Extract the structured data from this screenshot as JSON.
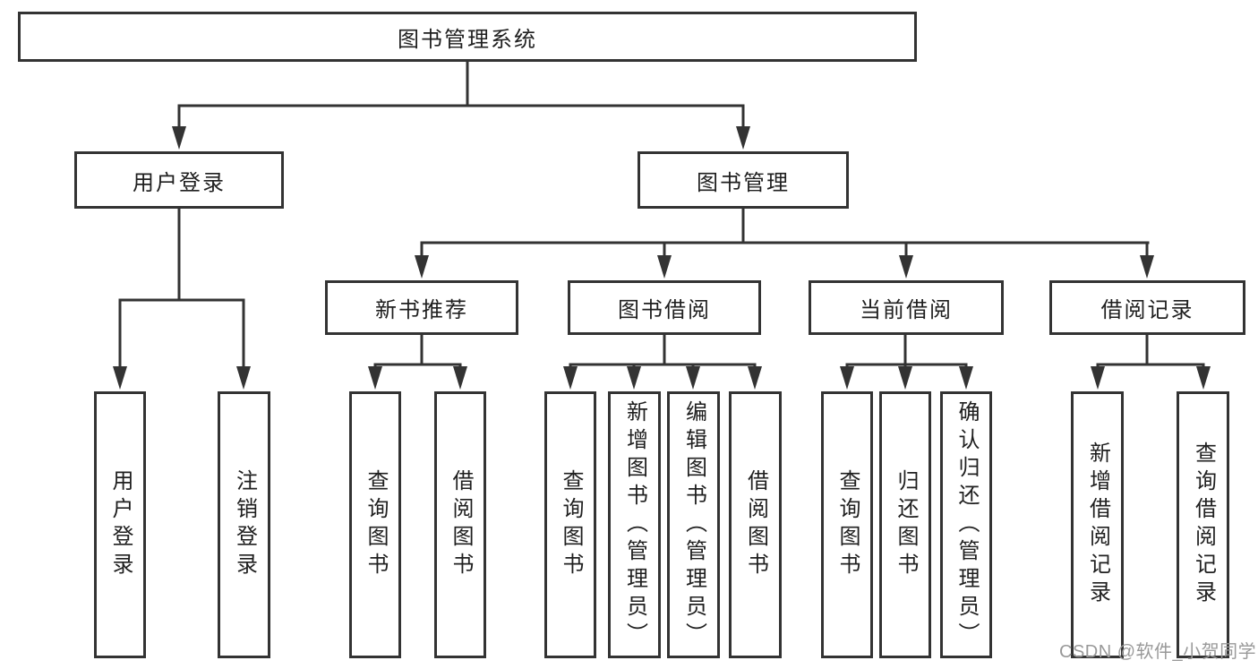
{
  "colors": {
    "line": "#333333",
    "box_border": "#333333",
    "text": "#1f1f1f",
    "watermark": "#999999",
    "background": "#ffffff"
  },
  "root": {
    "label": "图书管理系统"
  },
  "level2": [
    {
      "label": "用户登录"
    },
    {
      "label": "图书管理"
    }
  ],
  "level3": [
    {
      "label": "新书推荐"
    },
    {
      "label": "图书借阅"
    },
    {
      "label": "当前借阅"
    },
    {
      "label": "借阅记录"
    }
  ],
  "leaves": [
    {
      "label": "用户登录",
      "parent": "用户登录"
    },
    {
      "label": "注销登录",
      "parent": "用户登录"
    },
    {
      "label": "查询图书",
      "parent": "新书推荐"
    },
    {
      "label": "借阅图书",
      "parent": "新书推荐"
    },
    {
      "label": "查询图书",
      "parent": "图书借阅"
    },
    {
      "label": "新增图书（管理员）",
      "parent": "图书借阅"
    },
    {
      "label": "编辑图书（管理员）",
      "parent": "图书借阅"
    },
    {
      "label": "借阅图书",
      "parent": "图书借阅"
    },
    {
      "label": "查询图书",
      "parent": "当前借阅"
    },
    {
      "label": "归还图书",
      "parent": "当前借阅"
    },
    {
      "label": "确认归还（管理员）",
      "parent": "当前借阅"
    },
    {
      "label": "新增借阅记录",
      "parent": "借阅记录"
    },
    {
      "label": "查询借阅记录",
      "parent": "借阅记录"
    }
  ],
  "watermark": {
    "text": "CSDN @软件_小贺同学"
  }
}
